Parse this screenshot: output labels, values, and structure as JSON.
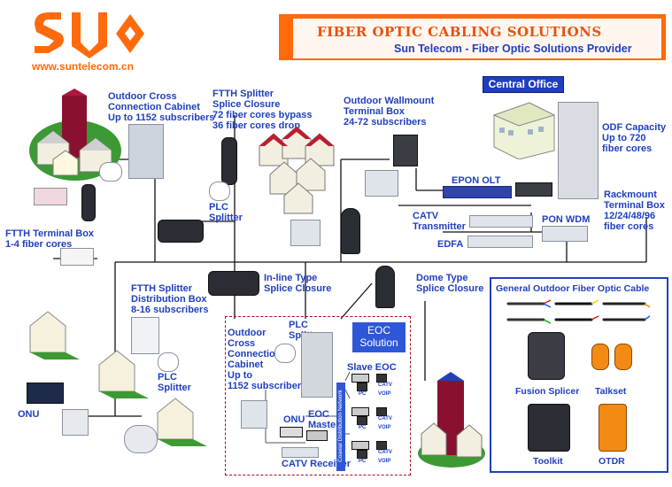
{
  "brand": {
    "logo_text": "SUN",
    "url": "www.suntelecom.cn",
    "accent": "#ff6a0a"
  },
  "header": {
    "title": "FIBER OPTIC CABLING SOLUTIONS",
    "subtitle": "Sun Telecom - Fiber Optic Solutions Provider"
  },
  "labels": {
    "cross_cabinet": "Outdoor Cross\nConnection Cabinet\nUp to 1152 subscribers",
    "ftth_splitter_closure": "FTTH Splitter\nSplice Closure\n72 fiber cores bypass\n36 fiber cores drop",
    "wallmount_box": "Outdoor Wallmount\nTerminal Box\n24-72 subscribers",
    "central_office": "Central Office",
    "odf": "ODF Capacity\nUp to 720\nfiber cores",
    "epon_olt": "EPON OLT",
    "catv_tx": "CATV\nTransmitter",
    "edfa": "EDFA",
    "pon_wdm": "PON WDM",
    "rackmount": "Rackmount\nTerminal Box\n12/24/48/96\nfiber cores",
    "ftth_terminal": "FTTH Terminal Box\n1-4 fiber cores",
    "plc_splitter_top": "PLC\nSplitter",
    "inline_closure": "In-line Type\nSplice Closure",
    "dome_closure": "Dome Type\nSplice Closure",
    "ftth_dist_box": "FTTH Splitter\nDistribution Box\n8-16 subscribers",
    "plc_splitter_left": "PLC\nSplitter",
    "onu_left": "ONU",
    "cabinet_small": "Outdoor\nCross\nConnection\nCabinet\nUp to\n1152 subscribers",
    "plc_splitter_mid": "PLC\nSplitter",
    "eoc_solution": "EOC\nSolution",
    "slave_eoc": "Slave EOC",
    "onu_mid": "ONU",
    "eoc_master": "EOC\nMaster",
    "catv_receiver": "CATV Receiver",
    "coax_network": "Coaxial Distribution Network",
    "pc": "PC",
    "catv": "CATV",
    "voip": "VOIP"
  },
  "panel": {
    "title": "General Outdoor Fiber Optic Cable",
    "items": [
      "Fusion Splicer",
      "Talkset",
      "Toolkit",
      "OTDR"
    ]
  }
}
